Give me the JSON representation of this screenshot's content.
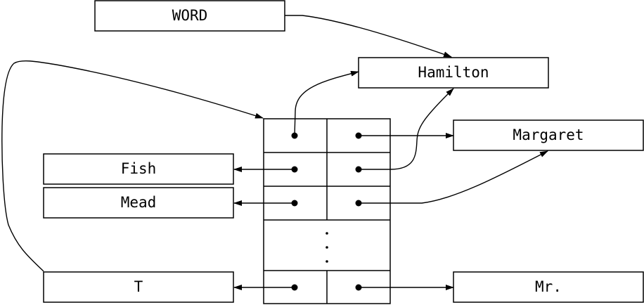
{
  "nodes": {
    "word": "WORD",
    "hamilton": "Hamilton",
    "margaret": "Margaret",
    "fish": "Fish",
    "mead": "Mead",
    "t": "T",
    "mr": "Mr."
  },
  "table": {
    "rows": 5,
    "ellipsis": "⋮"
  },
  "colors": {
    "ink": "#000000",
    "background": "#ffffff"
  }
}
